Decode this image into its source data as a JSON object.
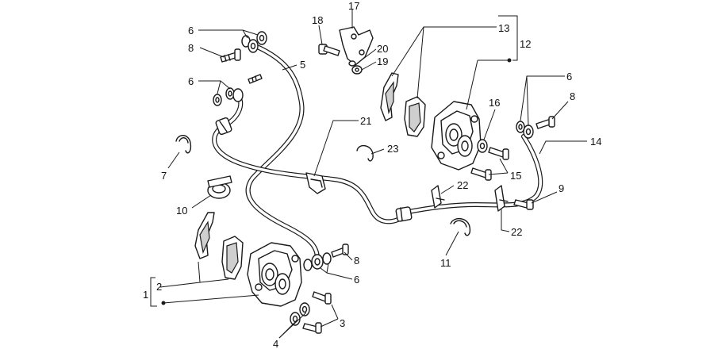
{
  "callouts": {
    "c1": "1",
    "c2": "2",
    "c3": "3",
    "c4": "4",
    "c5": "5",
    "c6a": "6",
    "c6b": "6",
    "c6c": "6",
    "c6d": "6",
    "c7": "7",
    "c8a": "8",
    "c8b": "8",
    "c8c": "8",
    "c9": "9",
    "c10": "10",
    "c11": "11",
    "c12": "12",
    "c13": "13",
    "c14": "14",
    "c15": "15",
    "c16": "16",
    "c17": "17",
    "c18": "18",
    "c19": "19",
    "c20": "20",
    "c21": "21",
    "c22a": "22",
    "c22b": "22",
    "c23": "23"
  }
}
